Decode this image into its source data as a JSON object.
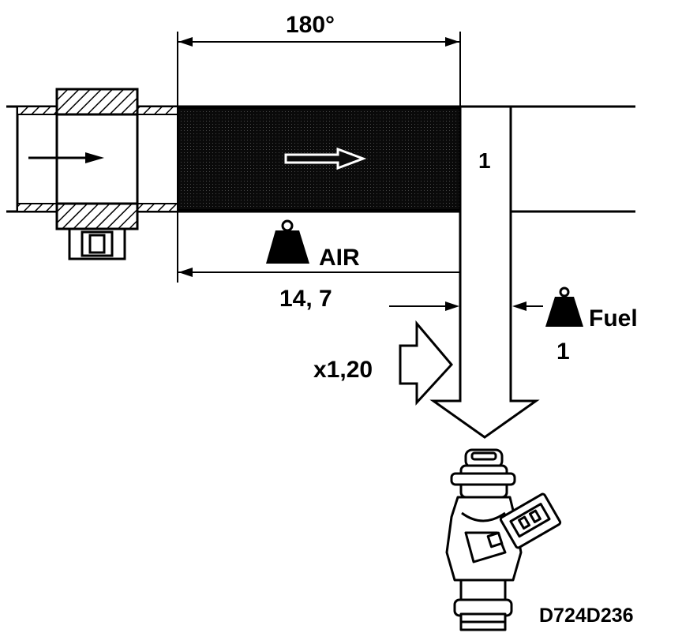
{
  "labels": {
    "angle": "180°",
    "air": "AIR",
    "air_ratio": "14, 7",
    "fuel": "Fuel",
    "fuel_ratio": "1",
    "chamber_number": "1",
    "enrichment": "x1,20",
    "code": "D724D236"
  }
}
